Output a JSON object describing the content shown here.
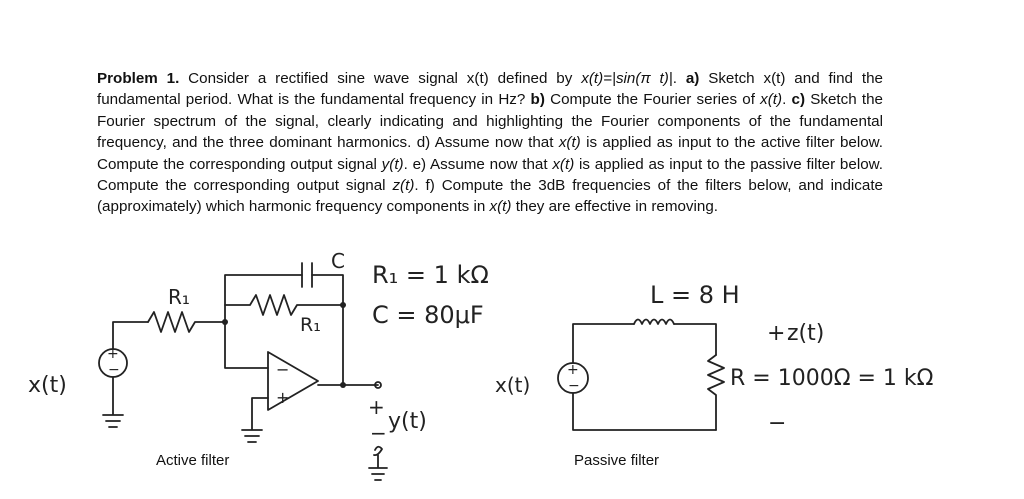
{
  "problem": {
    "heading": "Problem 1.",
    "p1": " Consider a rectified sine wave signal x(t) defined by ",
    "formula_prefix": "x(t)=|sin(",
    "formula_pi": "π",
    "formula_suffix": " t)|",
    "p2": ". ",
    "a_label": "a)",
    "p3": " Sketch x(t) and find the fundamental period. What is the fundamental frequency in Hz? ",
    "b_label": "b)",
    "p4": " Compute the Fourier series of ",
    "xt_1": "x(t)",
    "p5": ". ",
    "c_label": "c)",
    "p6": " Sketch the Fourier spectrum of the signal, clearly indicating and highlighting the Fourier components of the fundamental frequency, and the three dominant harmonics. d) Assume now that ",
    "xt_2": "x(t)",
    "p7": " is applied as input to the active filter below. Compute the corresponding output signal ",
    "yt": "y(t)",
    "p8": ". e) Assume now that ",
    "xt_3": "x(t)",
    "p9": " is applied as input to the passive filter below. Compute the corresponding output signal ",
    "zt": "z(t)",
    "p10": ". f) Compute the 3dB frequencies of the filters below, and indicate (approximately) which harmonic frequency components in ",
    "xt_4": "x(t)",
    "p11": " they are effective in removing."
  },
  "active_filter": {
    "caption": "Active filter",
    "input_label": "x(t)",
    "source_sign_plus": "+",
    "source_sign_minus": "−",
    "r_input_label": "R₁",
    "r_feedback_label": "R₁",
    "c_label": "C",
    "r_value": "R₁ = 1 kΩ",
    "c_value": "C = 80μF",
    "opamp_minus": "−",
    "opamp_plus": "+",
    "output_plus": "+",
    "output_label": "y(t)",
    "output_minus": "−"
  },
  "passive_filter": {
    "caption": "Passive filter",
    "input_label": "x(t)",
    "source_sign_plus": "+",
    "source_sign_minus": "−",
    "l_value": "L = 8 H",
    "output_plus": "+",
    "output_label": "z(t)",
    "r_value": "R = 1000Ω = 1 kΩ",
    "output_minus": "−"
  }
}
